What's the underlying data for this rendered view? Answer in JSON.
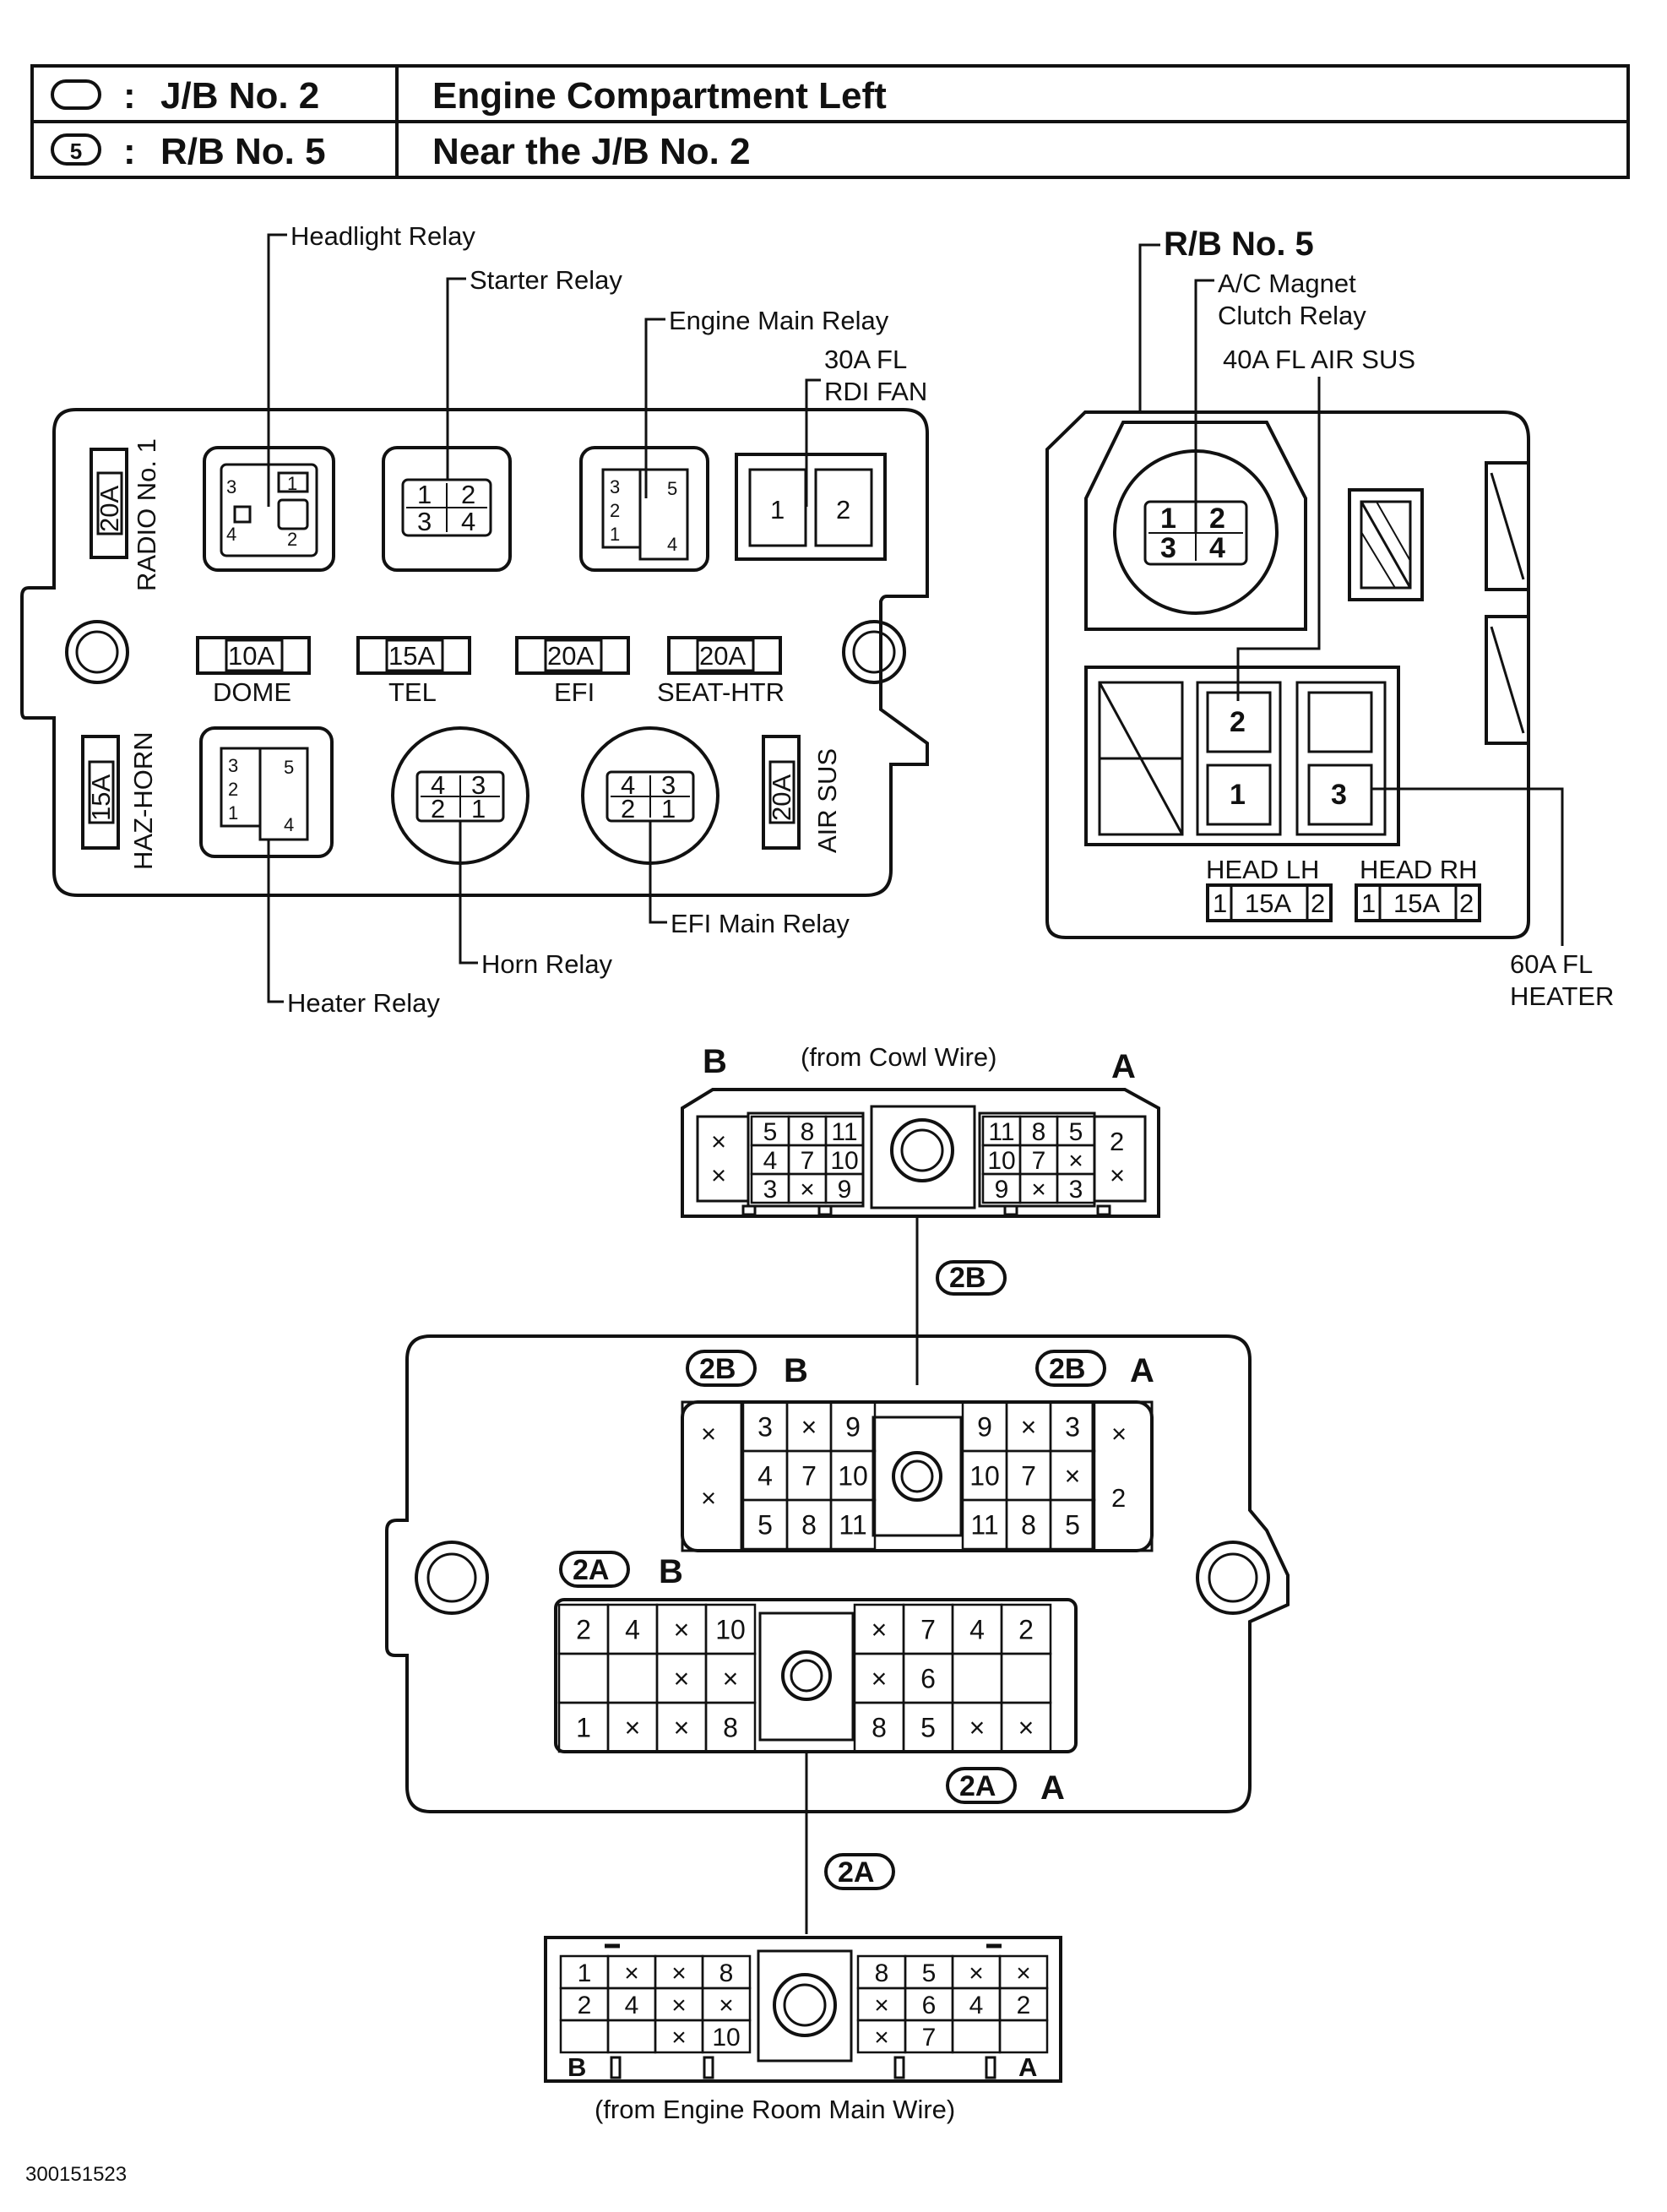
{
  "header": {
    "row1": {
      "symbol": "",
      "colon": ":",
      "code": "J/B No. 2",
      "location": "Engine Compartment Left"
    },
    "row2": {
      "symbol": "5",
      "colon": ":",
      "code": "R/B No. 5",
      "location": "Near the J/B No. 2"
    }
  },
  "jb2": {
    "callouts": {
      "headlight": "Headlight Relay",
      "starter": "Starter Relay",
      "engine_main": "Engine Main Relay",
      "fan_amp": "30A FL",
      "fan_name": "RDI FAN",
      "horn": "Horn Relay",
      "efi_main": "EFI Main Relay",
      "heater": "Heater Relay"
    },
    "radio": {
      "amp": "20A",
      "name": "RADIO No. 1"
    },
    "haz": {
      "amp": "15A",
      "name": "HAZ-HORN"
    },
    "airsus": {
      "amp": "20A",
      "name": "AIR SUS"
    },
    "fuses": [
      {
        "amp": "10A",
        "name": "DOME"
      },
      {
        "amp": "15A",
        "name": "TEL"
      },
      {
        "amp": "20A",
        "name": "EFI"
      },
      {
        "amp": "20A",
        "name": "SEAT-HTR"
      }
    ],
    "headlight_pins": [
      "3",
      "1",
      "4",
      "2"
    ],
    "starter_pins": [
      "1",
      "2",
      "3",
      "4"
    ],
    "engine_main_pins": [
      "3",
      "2",
      "1",
      "5",
      "4"
    ],
    "fan_pins": [
      "1",
      "2"
    ],
    "heater_pins": [
      "3",
      "2",
      "1",
      "5",
      "4"
    ],
    "horn_pins": [
      "4",
      "3",
      "2",
      "1"
    ],
    "efi_pins": [
      "4",
      "3",
      "2",
      "1"
    ]
  },
  "rb5": {
    "title": "R/B No. 5",
    "ac_line1": "A/C Magnet",
    "ac_line2": "Clutch Relay",
    "air_sus": "40A FL AIR SUS",
    "ac_pins": [
      "1",
      "2",
      "3",
      "4"
    ],
    "slots": [
      "2",
      "1",
      "3"
    ],
    "head_lh": {
      "name": "HEAD LH",
      "left": "1",
      "amp": "15A",
      "right": "2"
    },
    "head_rh": {
      "name": "HEAD RH",
      "left": "1",
      "amp": "15A",
      "right": "2"
    },
    "heater_amp": "60A FL",
    "heater_name": "HEATER"
  },
  "cowl_connector": {
    "label_b": "B",
    "label_a": "A",
    "title": "(from Cowl Wire)",
    "left_cols": [
      [
        "5",
        "4",
        "3"
      ],
      [
        "8",
        "7",
        "×"
      ],
      [
        "11",
        "10",
        "9"
      ]
    ],
    "right_cols": [
      [
        "11",
        "10",
        "9"
      ],
      [
        "8",
        "7",
        "×"
      ],
      [
        "5",
        "×",
        "3"
      ]
    ],
    "right_extra": [
      "2",
      "×"
    ],
    "left_extra": [
      "×",
      "×"
    ],
    "tag": "2B"
  },
  "jb_face": {
    "top_b_tag": "2B",
    "top_b": "B",
    "top_a_tag": "2B",
    "top_a": "A",
    "top_left_grid": [
      [
        "3",
        "×",
        "9"
      ],
      [
        "4",
        "7",
        "10"
      ],
      [
        "5",
        "8",
        "11"
      ]
    ],
    "top_right_grid": [
      [
        "9",
        "×",
        "3"
      ],
      [
        "10",
        "7",
        "×"
      ],
      [
        "11",
        "8",
        "5"
      ]
    ],
    "top_left_outer": [
      "×",
      "×"
    ],
    "top_right_outer": [
      "×",
      "2"
    ],
    "bot_b_tag": "2A",
    "bot_b": "B",
    "bot_a_tag": "2A",
    "bot_a": "A",
    "bot_left_grid": [
      [
        "2",
        "4",
        "×",
        "10"
      ],
      [
        "",
        "",
        "×",
        "×"
      ],
      [
        "1",
        "×",
        "×",
        "8"
      ]
    ],
    "bot_right_grid": [
      [
        "×",
        "7",
        "4",
        "2"
      ],
      [
        "×",
        "6",
        "",
        ""
      ],
      [
        "8",
        "5",
        "×",
        "×"
      ]
    ]
  },
  "engine_connector": {
    "tag": "2A",
    "label_b": "B",
    "label_a": "A",
    "title": "(from Engine Room Main Wire)",
    "left_grid": [
      [
        "1",
        "×",
        "×",
        "8"
      ],
      [
        "2",
        "4",
        "×",
        "×"
      ],
      [
        "",
        "",
        "×",
        "10"
      ]
    ],
    "right_grid": [
      [
        "8",
        "5",
        "×",
        "×"
      ],
      [
        "×",
        "6",
        "4",
        "2"
      ],
      [
        "×",
        "7",
        "",
        ""
      ]
    ]
  },
  "footer_code": "300151523"
}
